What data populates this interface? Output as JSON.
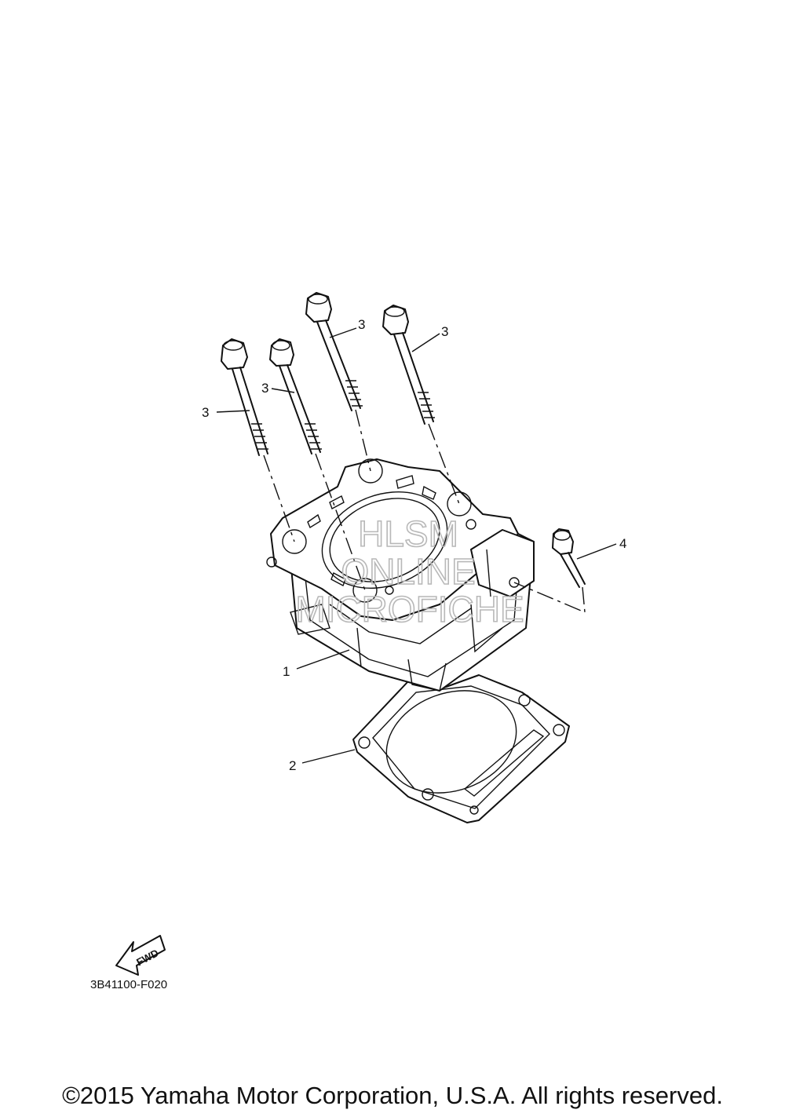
{
  "callouts": {
    "bolt_a": "3",
    "bolt_b": "3",
    "bolt_c": "3",
    "bolt_d": "3",
    "cylinder": "1",
    "gasket": "2",
    "bolt_small": "4"
  },
  "watermark": {
    "line1": "HLSM",
    "line2": "ONLINE",
    "line3": "MICROFICHE"
  },
  "fwd_label": "FWD",
  "part_code": "3B41100-F020",
  "copyright": "©2015 Yamaha Motor Corporation, U.S.A. All rights reserved."
}
